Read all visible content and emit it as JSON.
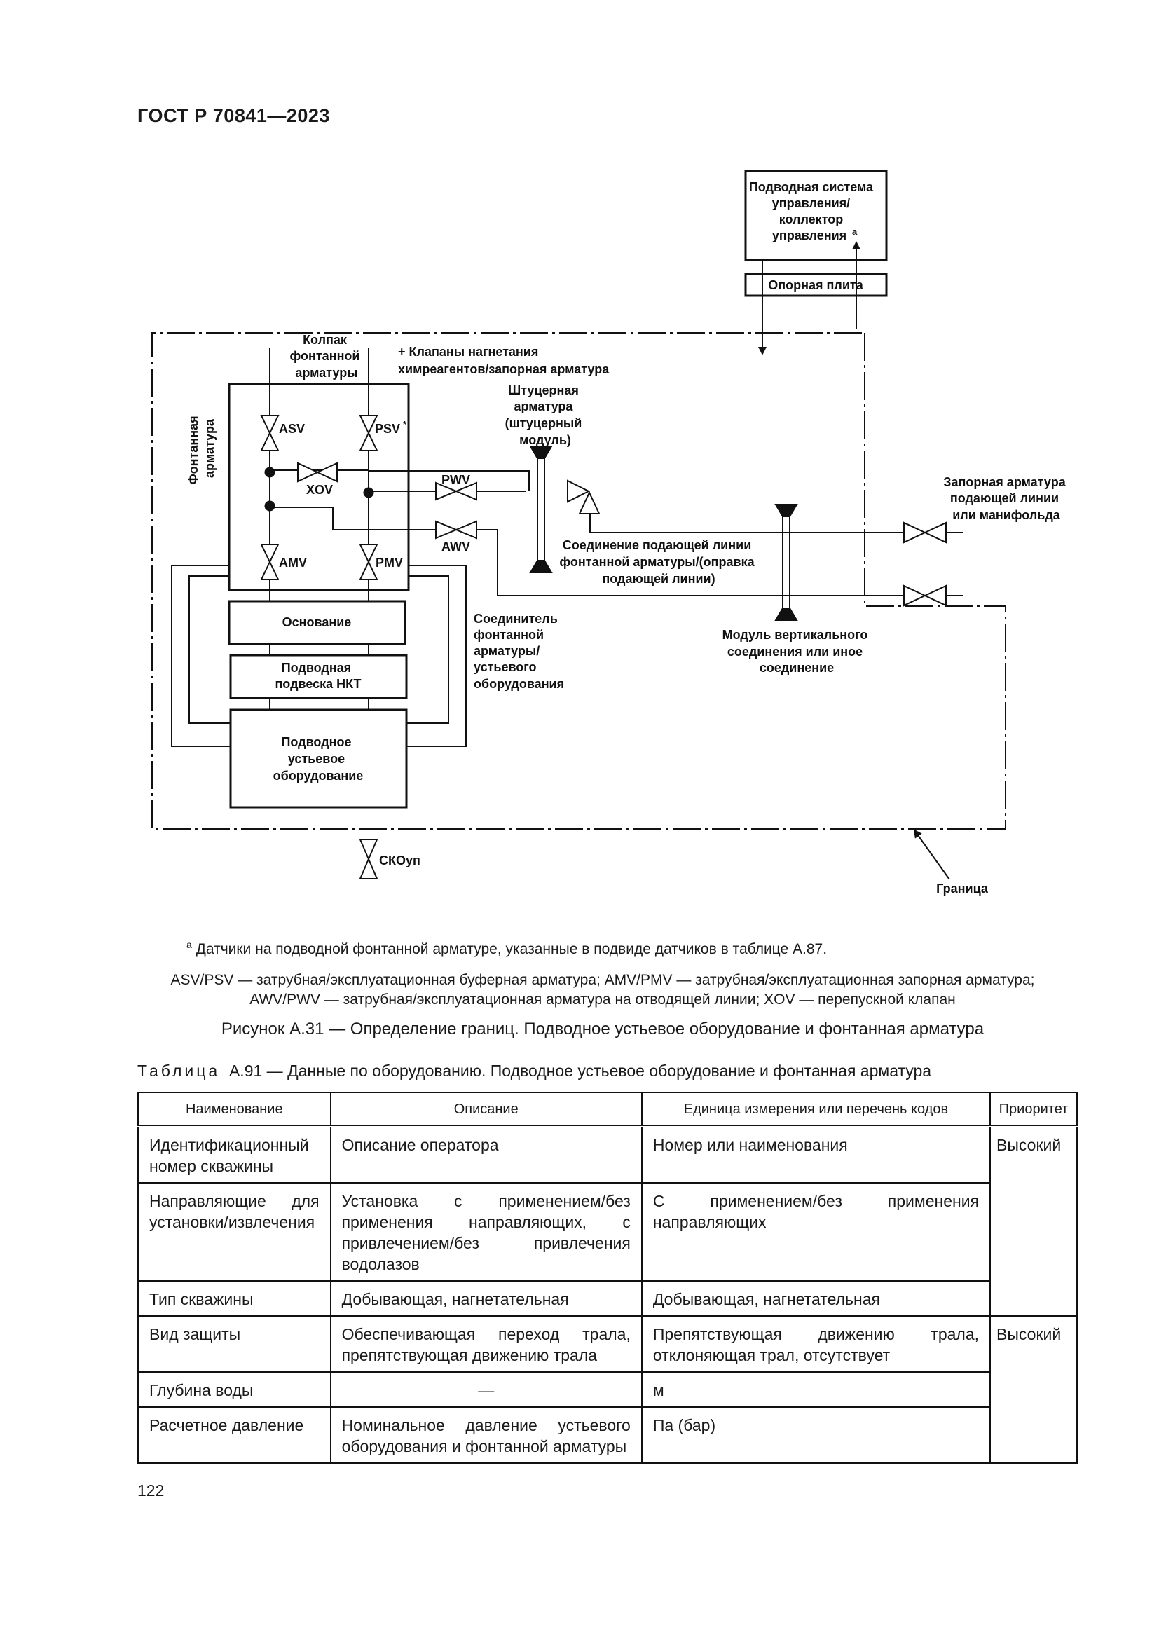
{
  "header": {
    "standard": "ГОСТ Р 70841—2023"
  },
  "figure": {
    "labels": {
      "control_system": [
        "Подводная система",
        "управления/",
        "коллектор",
        "управления"
      ],
      "control_system_note": "a",
      "base_plate": "Опорная плита",
      "tree_cap": [
        "Колпак",
        "фонтанной",
        "арматуры"
      ],
      "chemical_valves": [
        "+ Клапаны нагнетания",
        "химреагентов/запорная арматура"
      ],
      "tree": [
        "Фонтанная",
        "арматура"
      ],
      "choke": [
        "Штуцерная",
        "арматура",
        "(штуцерный",
        "модуль)"
      ],
      "isolation_valve": [
        "Запорная арматура",
        "подающей линии",
        "или манифольда"
      ],
      "flowline_connection": [
        "Соединение подающей линии",
        "фонтанной арматуры/(оправка",
        "подающей линии)"
      ],
      "vertical_module": [
        "Модуль вертикального",
        "соединения или иное",
        "соединение"
      ],
      "connector": [
        "Соединитель",
        "фонтанной",
        "арматуры/",
        "устьевого",
        "оборудования"
      ],
      "base": "Основание",
      "tubing_hanger": [
        "Подводная",
        "подвеска НКТ"
      ],
      "wellhead": [
        "Подводное",
        "устьевое",
        "оборудование"
      ],
      "boundary": "Граница",
      "valves": {
        "asv": "ASV",
        "psv": "PSV",
        "psv_mark": "*",
        "xov": "XOV",
        "pwv": "PWV",
        "awv": "AWV",
        "amv": "AMV",
        "pmv": "PMV",
        "skoup": "СКОуп"
      }
    },
    "footnote_marker": "a",
    "footnote": "Датчики на подводной фонтанной арматуре, указанные в подвиде датчиков в таблице А.87.",
    "abbreviations": [
      "ASV/PSV — затрубная/эксплуатационная буферная арматура; AMV/PMV — затрубная/эксплуатационная запорная арматура;",
      "AWV/PWV — затрубная/эксплуатационная арматура на отводящей линии; XOV — перепускной клапан"
    ],
    "caption": "Рисунок А.31 — Определение границ. Подводное устьевое оборудование и фонтанная арматура"
  },
  "table": {
    "caption_prefix": "Таблица",
    "caption_rest": "А.91 — Данные по оборудованию. Подводное устьевое оборудование и фонтанная арматура",
    "headers": [
      "Наименование",
      "Описание",
      "Единица измерения или перечень кодов",
      "Приоритет"
    ],
    "rows": [
      [
        "Идентификационный номер скважины",
        "Описание оператора",
        "Номер или наименования",
        "Высокий"
      ],
      [
        "Направляющие для установки/извлечения",
        "Установка с применением/без применения направляющих, с привлечением/без привлечения водолазов",
        "С применением/без применения направляющих",
        ""
      ],
      [
        "Тип скважины",
        "Добывающая, нагнетательная",
        "Добывающая, нагнетательная",
        ""
      ],
      [
        "Вид защиты",
        "Обеспечивающая переход трала, препятствующая движению трала",
        "Препятствующая движению трала, отклоняющая трал, отсутствует",
        "Высокий"
      ],
      [
        "Глубина воды",
        "—",
        "м",
        ""
      ],
      [
        "Расчетное давление",
        "Номинальное давление устьевого оборудования и фонтанной арматуры",
        "Па (бар)",
        ""
      ]
    ]
  },
  "page_number": "122"
}
